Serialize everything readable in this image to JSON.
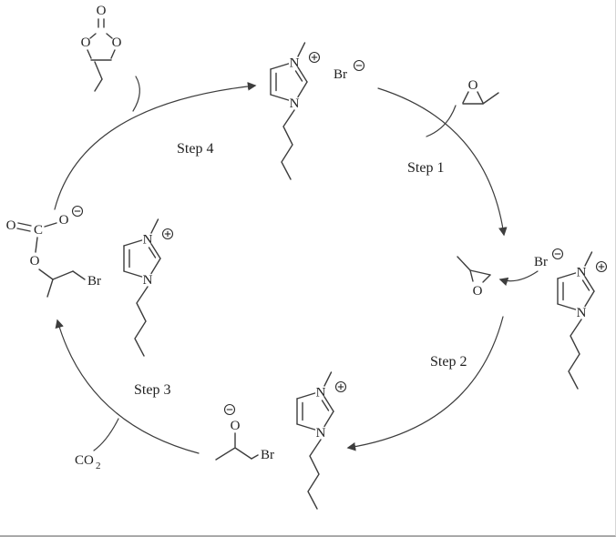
{
  "diagram": {
    "steps": [
      {
        "label": "Step 1"
      },
      {
        "label": "Step 2"
      },
      {
        "label": "Step 3"
      },
      {
        "label": "Step 4"
      }
    ],
    "atoms": {
      "nitrogen": "N",
      "oxygen": "O",
      "carbon": "C",
      "bromine": "Br"
    },
    "co2": {
      "base": "CO",
      "subscript": "2"
    },
    "charges": {
      "positive_icon": "circled-plus",
      "negative_icon": "circled-minus"
    },
    "colors": {
      "bond": "#3d3d3d",
      "text": "#1f1f1f",
      "background": "#ffffff",
      "border": "#a9a9a9"
    }
  }
}
